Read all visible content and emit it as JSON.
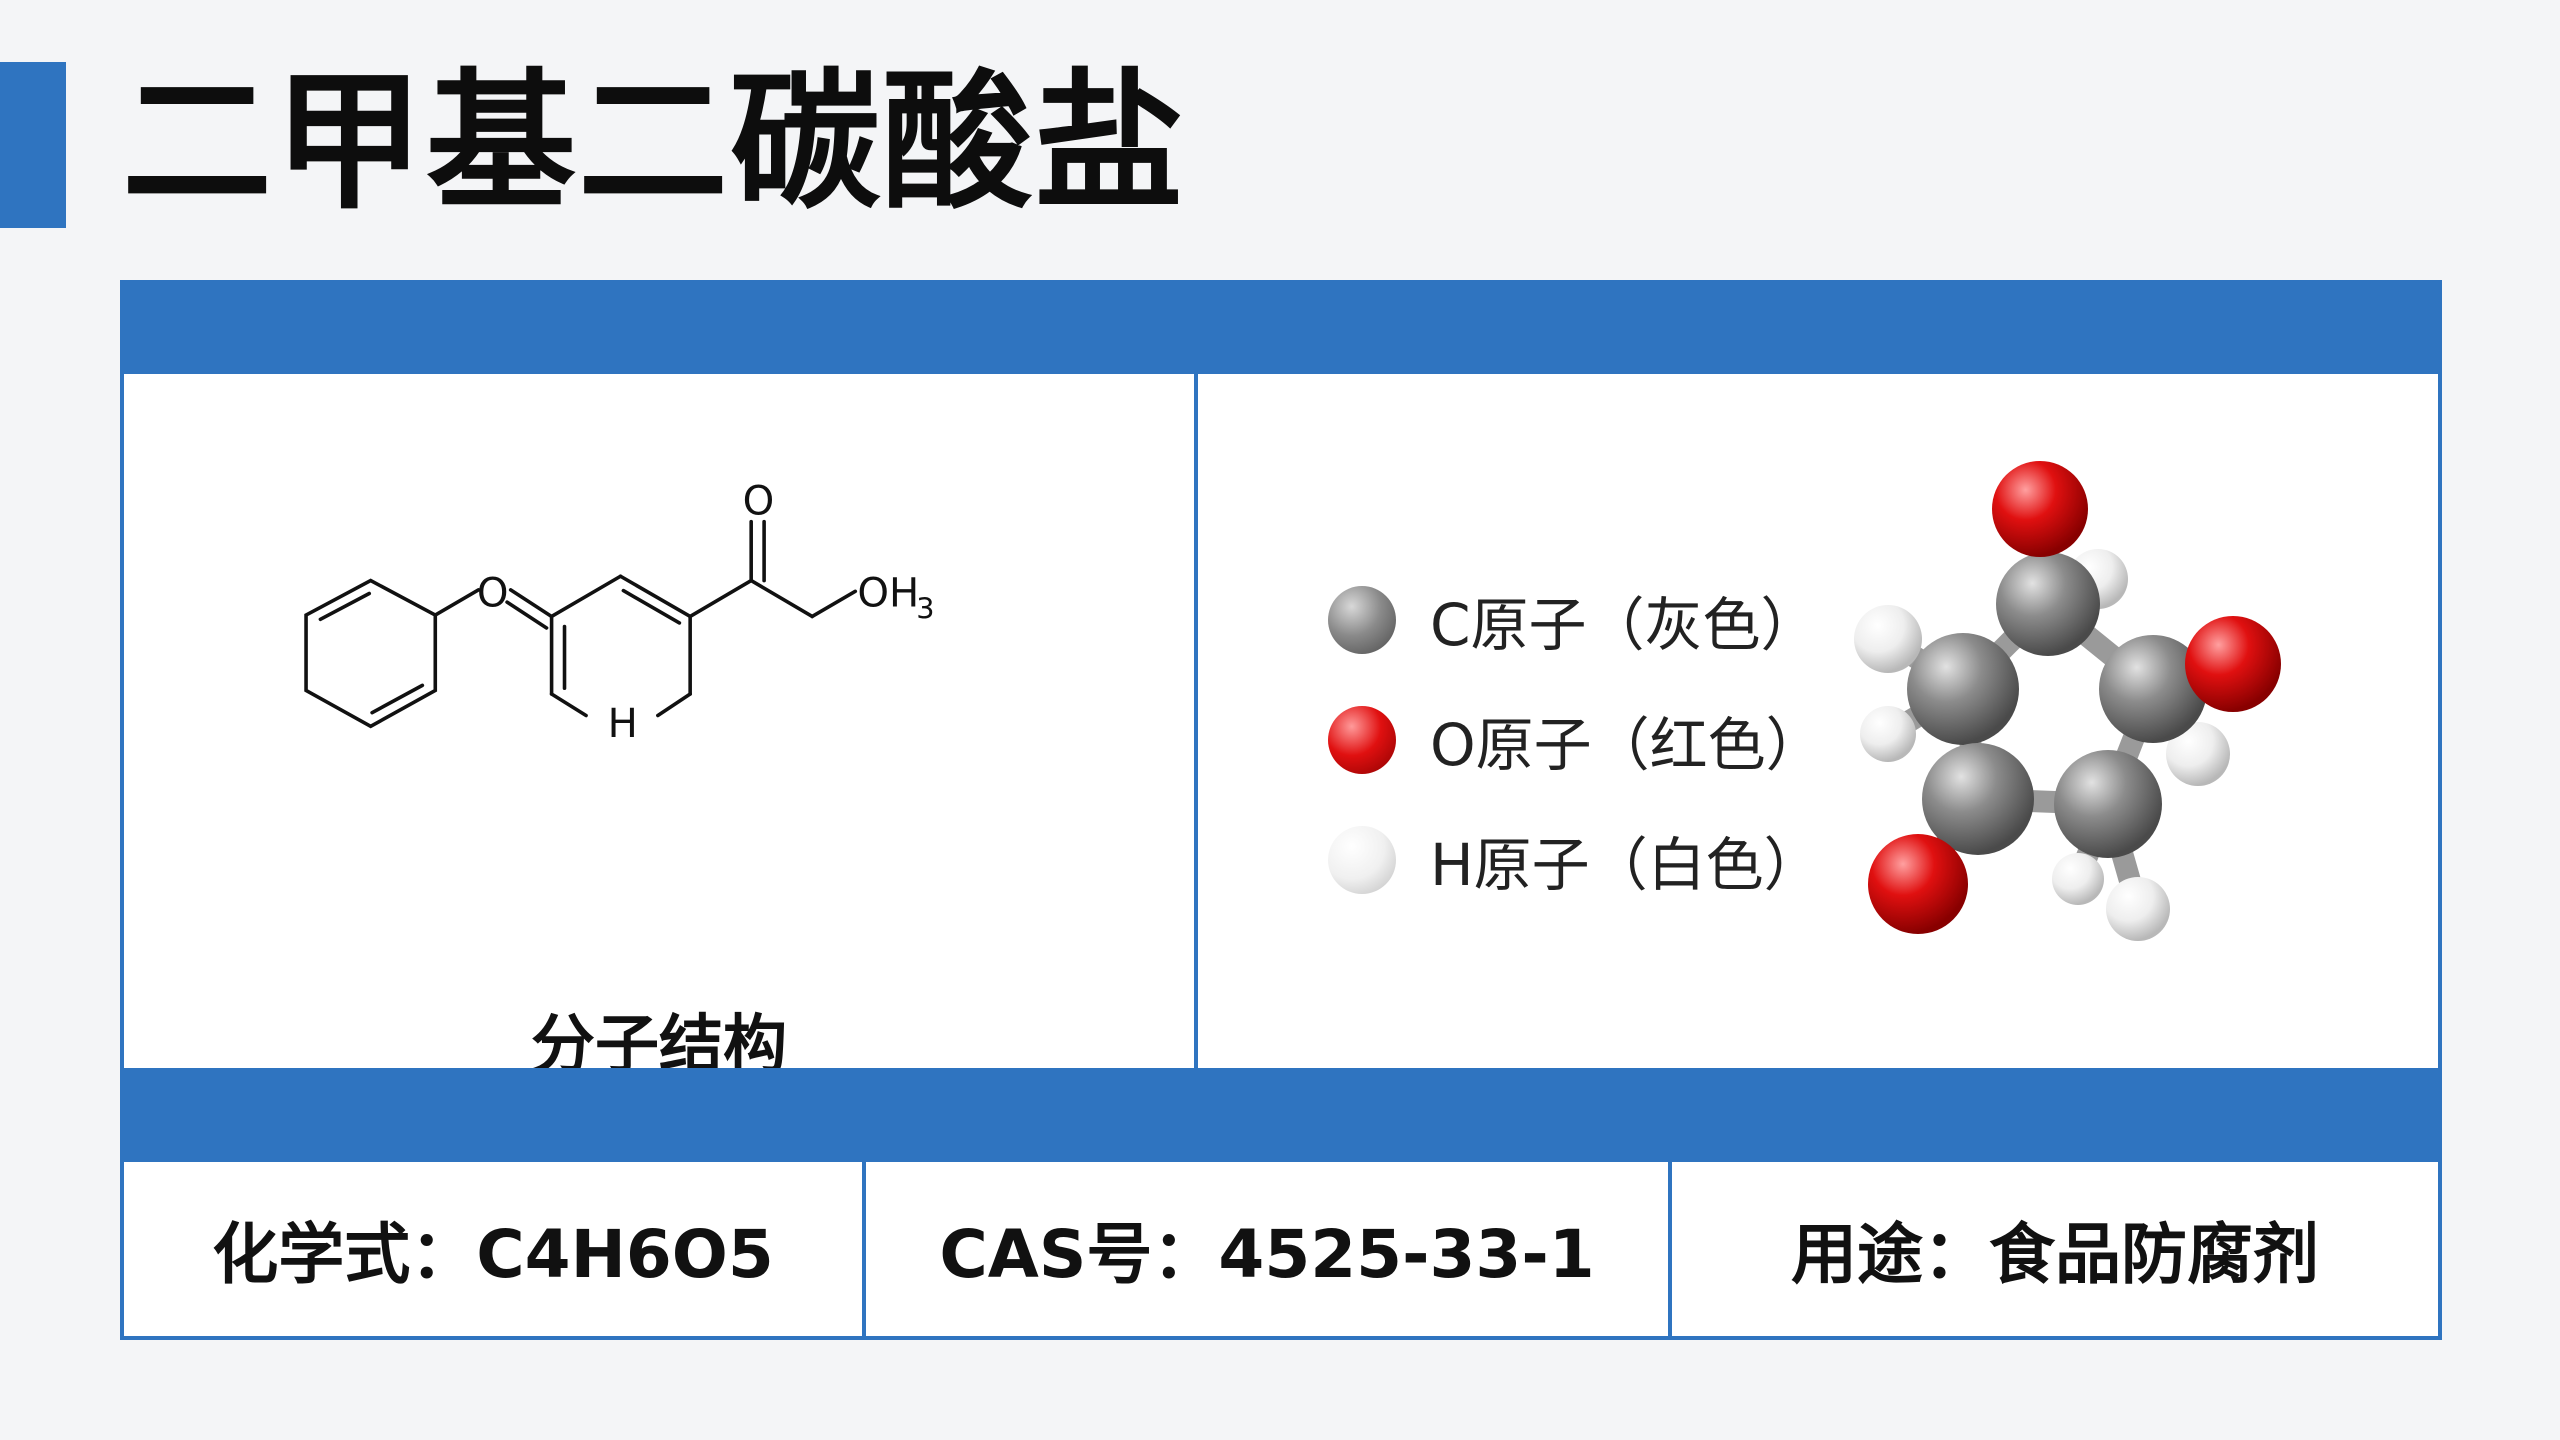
{
  "title": "二甲基二碳酸盐",
  "structure": {
    "caption": "分子结构",
    "atom_labels": {
      "o_ether": "O",
      "o_carbonyl": "O",
      "oh3": "OH",
      "oh3_sub": "3",
      "h": "H"
    }
  },
  "legend": [
    {
      "label": "C原子（灰色）",
      "color": "#808080"
    },
    {
      "label": "O原子（红色）",
      "color": "#e01010"
    },
    {
      "label": "H原子（白色）",
      "color": "#f2f2f2"
    }
  ],
  "info": {
    "formula": "化学式：C4H6O5",
    "cas": "CAS号：4525-33-1",
    "usage": "用途：食品防腐剂"
  },
  "colors": {
    "accent": "#2f74c0",
    "carbon": "#808080",
    "oxygen": "#e01010",
    "hydrogen": "#f2f2f2"
  }
}
